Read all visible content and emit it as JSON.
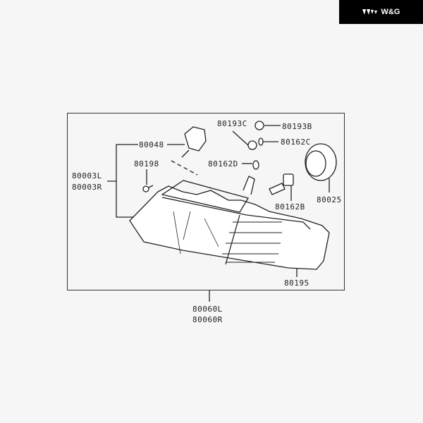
{
  "brand": {
    "name": "W&G"
  },
  "diagram": {
    "parts": {
      "assembly_left": "80003L",
      "assembly_right": "80003R",
      "p80048": "80048",
      "p80198": "80198",
      "p80193C": "80193C",
      "p80193B": "80193B",
      "p80162C": "80162C",
      "p80162D": "80162D",
      "p80162B": "80162B",
      "p80025": "80025",
      "p80195": "80195",
      "lens_left": "80060L",
      "lens_right": "80060R"
    }
  }
}
